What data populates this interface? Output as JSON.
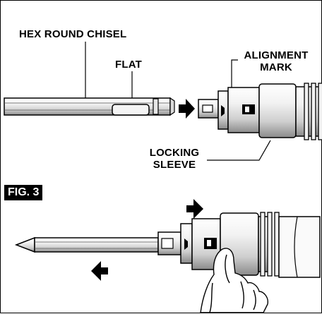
{
  "figure_label": "FIG. 3",
  "labels": {
    "hex_round_chisel": "HEX ROUND CHISEL",
    "flat": "FLAT",
    "alignment_mark_line1": "ALIGNMENT",
    "alignment_mark_line2": "MARK",
    "locking_sleeve_line1": "LOCKING",
    "locking_sleeve_line2": "SLEEVE"
  }
}
